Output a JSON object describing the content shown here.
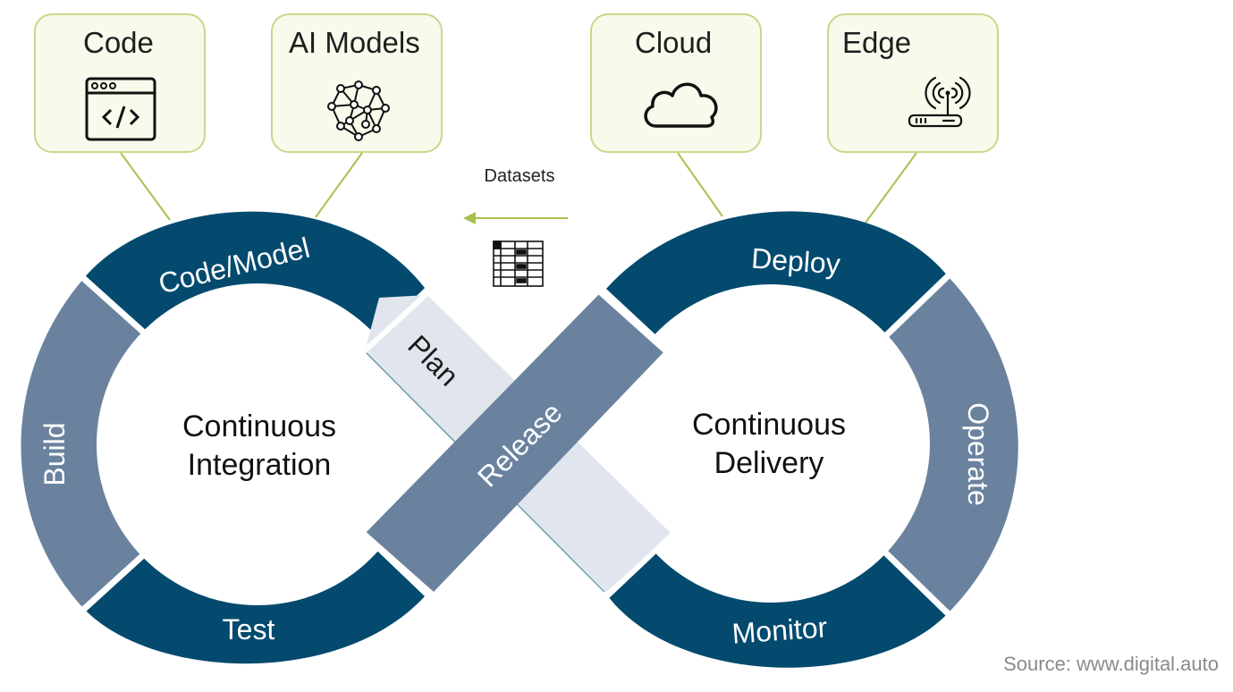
{
  "boxes": {
    "code": {
      "label": "Code",
      "icon": "code-window-icon"
    },
    "ai_models": {
      "label": "AI Models",
      "icon": "neural-network-icon"
    },
    "cloud": {
      "label": "Cloud",
      "icon": "cloud-icon"
    },
    "edge": {
      "label": "Edge",
      "icon": "router-antenna-icon"
    }
  },
  "datasets": {
    "label": "Datasets",
    "icon": "table-icon"
  },
  "loop_left": {
    "center_line1": "Continuous",
    "center_line2": "Integration",
    "segments": {
      "top": "Code/Model",
      "left": "Build",
      "bottom": "Test"
    }
  },
  "loop_right": {
    "center_line1": "Continuous",
    "center_line2": "Delivery",
    "segments": {
      "top": "Deploy",
      "right": "Operate",
      "bottom": "Monitor"
    }
  },
  "cross": {
    "plan": "Plan",
    "release": "Release"
  },
  "source": "Source: www.digital.auto",
  "colors": {
    "dark_segment": "#034a6e",
    "mid_segment": "#6a829e",
    "light_segment": "#e1e6ee",
    "connector_line": "#a6c24a",
    "box_fill": "#f8faec",
    "box_border": "#c5d98a"
  }
}
